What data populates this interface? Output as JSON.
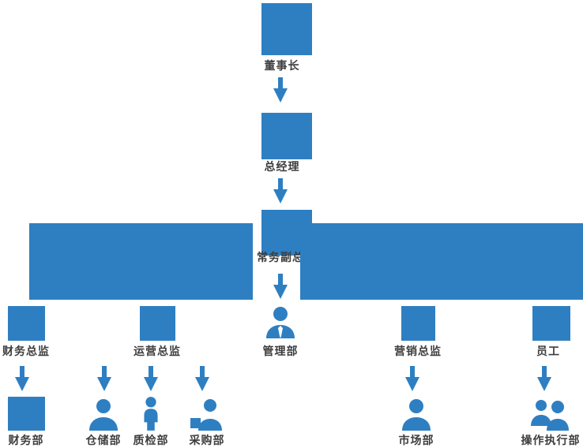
{
  "colors": {
    "primary": "#2e7fc2",
    "text": "#3d3d3d",
    "background": "#ffffff"
  },
  "org": {
    "chairman": "董事长",
    "general_manager": "总经理",
    "deputy_general_manager": "常务副总",
    "finance_director": "财务总监",
    "operations_director": "运营总监",
    "management_dept": "管理部",
    "marketing_director": "营销总监",
    "staff": "员工",
    "finance_dept": "财务部",
    "warehouse_dept": "仓储部",
    "quality_dept": "质检部",
    "procurement_dept": "采购部",
    "market_dept": "市场部",
    "operation_exec_dept": "操作执行部"
  },
  "icons": {
    "arrow": "down-arrow",
    "single_person": "person-silhouette",
    "person_with_tie": "person-with-tie",
    "standing_person": "standing-person",
    "person_with_box": "person-with-box",
    "people_group": "people-group"
  }
}
